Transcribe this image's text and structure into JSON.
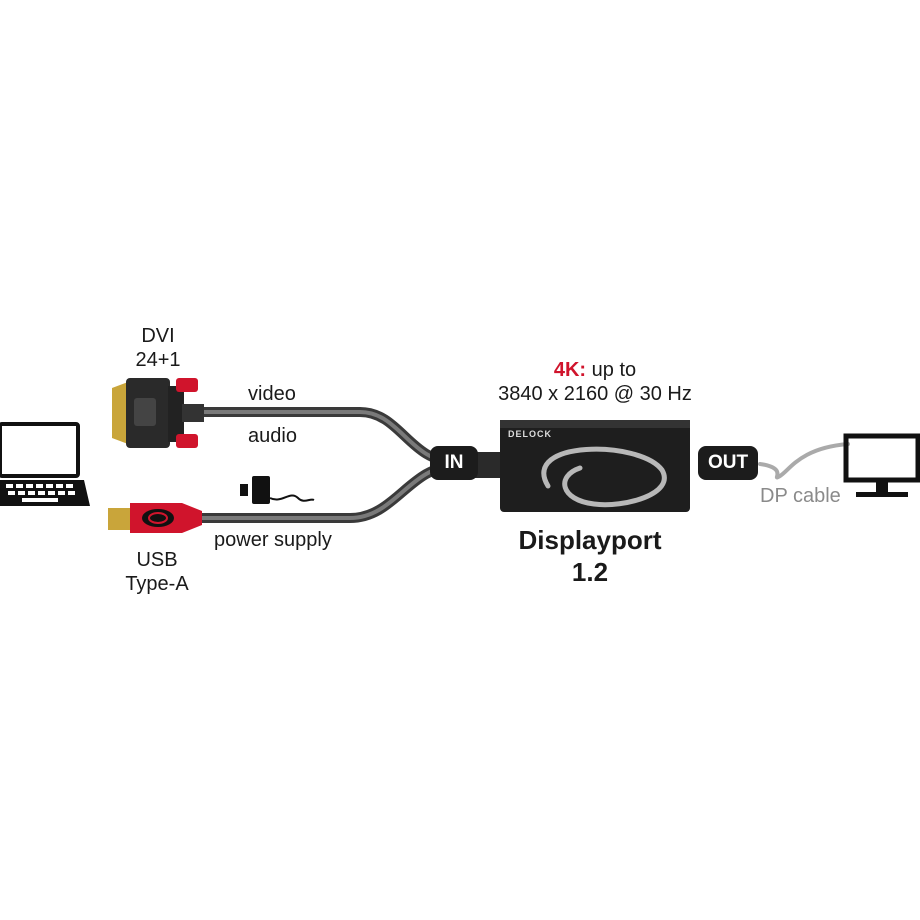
{
  "dvi": {
    "line1": "DVI",
    "line2": "24+1"
  },
  "cable": {
    "video": "video",
    "audio": "audio",
    "power": "power supply"
  },
  "usb": {
    "line1": "USB",
    "line2": "Type-A"
  },
  "ports": {
    "in": "IN",
    "out": "OUT"
  },
  "spec": {
    "highlight": "4K:",
    "line1_rest": " up to",
    "line2": "3840 x 2160 @ 30 Hz"
  },
  "device": {
    "brand": "DELOCK",
    "title": "Displayport",
    "version": "1.2"
  },
  "output": {
    "cable_label": "DP cable"
  },
  "colors": {
    "accent": "#d0142c",
    "dark": "#1c1c1c",
    "gold": "#c9a53a",
    "cable": "#555555"
  },
  "icons": [
    "laptop-icon",
    "monitor-icon",
    "dvi-connector-icon",
    "usb-connector-icon",
    "power-adapter-icon"
  ]
}
